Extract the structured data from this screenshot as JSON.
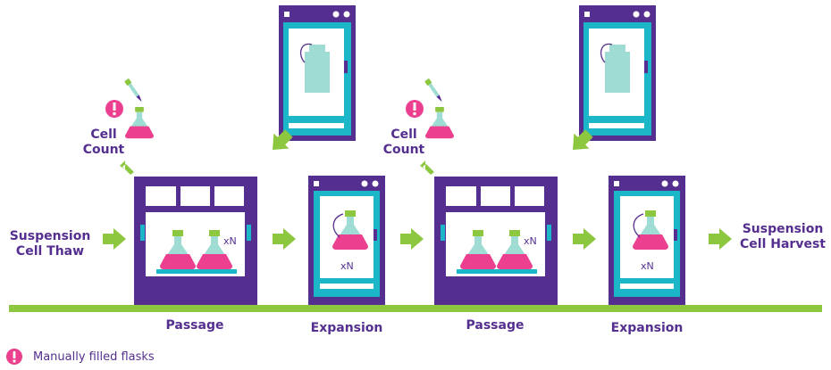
{
  "colors": {
    "purple": "#552f8f",
    "teal": "#1bb6c7",
    "green": "#8dc63f",
    "magenta": "#ec3f8f",
    "pale_teal": "#9fdcd4",
    "warning": "#ec3f8f"
  },
  "icons": [
    "arrow-icon",
    "warning-icon",
    "flask-icon",
    "pipette-icon",
    "bottle-icon",
    "incubator-icon",
    "bioreactor-icon"
  ],
  "labels": {
    "start": [
      "Suspension",
      "Cell Thaw"
    ],
    "end": [
      "Suspension",
      "Cell Harvest"
    ],
    "cell_count_1": [
      "Cell",
      "Count"
    ],
    "cell_count_2": [
      "Cell",
      "Count"
    ],
    "stage_1": "Passage",
    "stage_2": "Expansion",
    "stage_3": "Passage",
    "stage_4": "Expansion",
    "multiplier": "xN"
  },
  "legend": {
    "text": "Manually filled flasks"
  }
}
